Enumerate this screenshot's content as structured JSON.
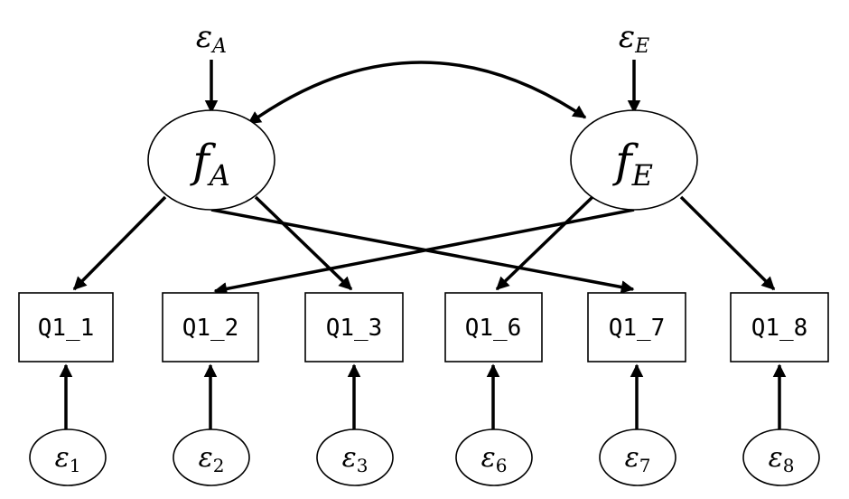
{
  "diagram": {
    "latent_factors": [
      {
        "id": "fA",
        "symbol": "f",
        "subscript": "A",
        "error_symbol": "ε",
        "error_subscript": "A"
      },
      {
        "id": "fE",
        "symbol": "f",
        "subscript": "E",
        "error_symbol": "ε",
        "error_subscript": "E"
      }
    ],
    "observed": [
      {
        "id": "q1",
        "label": "Q1_1",
        "error_symbol": "ε",
        "error_subscript": "1"
      },
      {
        "id": "q2",
        "label": "Q1_2",
        "error_symbol": "ε",
        "error_subscript": "2"
      },
      {
        "id": "q3",
        "label": "Q1_3",
        "error_symbol": "ε",
        "error_subscript": "3"
      },
      {
        "id": "q6",
        "label": "Q1_6",
        "error_symbol": "ε",
        "error_subscript": "6"
      },
      {
        "id": "q7",
        "label": "Q1_7",
        "error_symbol": "ε",
        "error_subscript": "7"
      },
      {
        "id": "q8",
        "label": "Q1_8",
        "error_symbol": "ε",
        "error_subscript": "8"
      }
    ],
    "loadings": [
      {
        "from": "fA",
        "to": "q1"
      },
      {
        "from": "fA",
        "to": "q3"
      },
      {
        "from": "fA",
        "to": "q7"
      },
      {
        "from": "fE",
        "to": "q2"
      },
      {
        "from": "fE",
        "to": "q6"
      },
      {
        "from": "fE",
        "to": "q8"
      }
    ],
    "covariance": {
      "between": [
        "fA",
        "fE"
      ]
    }
  }
}
